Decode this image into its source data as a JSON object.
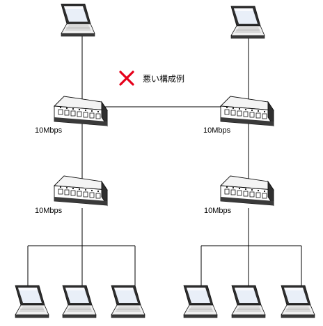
{
  "diagram": {
    "title": "悪い構成例",
    "title_mark_icon": "red-x-mark-icon",
    "colors": {
      "line": "#000000",
      "mark": "#e6001a",
      "device_dark": "#3a3a3a",
      "device_light": "#f2f2f2",
      "screen": "#e9eff8"
    },
    "switches": [
      {
        "speed": "10Mbps"
      },
      {
        "speed": "10Mbps"
      },
      {
        "speed": "10Mbps"
      },
      {
        "speed": "10Mbps"
      }
    ],
    "laptops": [
      {
        "icon": "laptop-icon"
      },
      {
        "icon": "laptop-icon"
      },
      {
        "icon": "laptop-icon"
      },
      {
        "icon": "laptop-icon"
      },
      {
        "icon": "laptop-icon"
      },
      {
        "icon": "laptop-icon"
      },
      {
        "icon": "laptop-icon"
      },
      {
        "icon": "laptop-icon"
      }
    ]
  }
}
